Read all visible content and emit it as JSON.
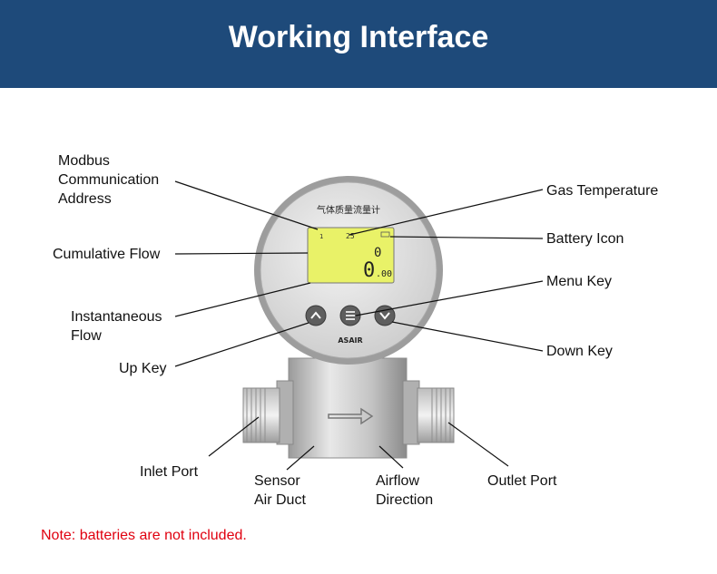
{
  "banner": {
    "title": "Working Interface"
  },
  "device": {
    "face_title": "气体质量流量计",
    "brand": "ASAIR",
    "display": {
      "address": "1",
      "temperature": "25",
      "cumulative": "0",
      "instantaneous": "0",
      "instantaneous_decimals": ".00"
    }
  },
  "labels": {
    "modbus": [
      "Modbus",
      "Communication",
      "Address"
    ],
    "cumulative_flow": "Cumulative Flow",
    "instantaneous_flow": [
      "Instantaneous",
      "Flow"
    ],
    "up_key": "Up Key",
    "gas_temperature": "Gas Temperature",
    "battery_icon": "Battery Icon",
    "menu_key": "Menu Key",
    "down_key": "Down Key",
    "inlet_port": "Inlet Port",
    "sensor_air_duct": [
      "Sensor",
      "Air Duct"
    ],
    "airflow_direction": [
      "Airflow",
      "Direction"
    ],
    "outlet_port": "Outlet Port"
  },
  "note": "Note: batteries are not included.",
  "colors": {
    "banner": "#1e4a7a",
    "lcd": "#e9f268",
    "note": "#e0000f"
  }
}
